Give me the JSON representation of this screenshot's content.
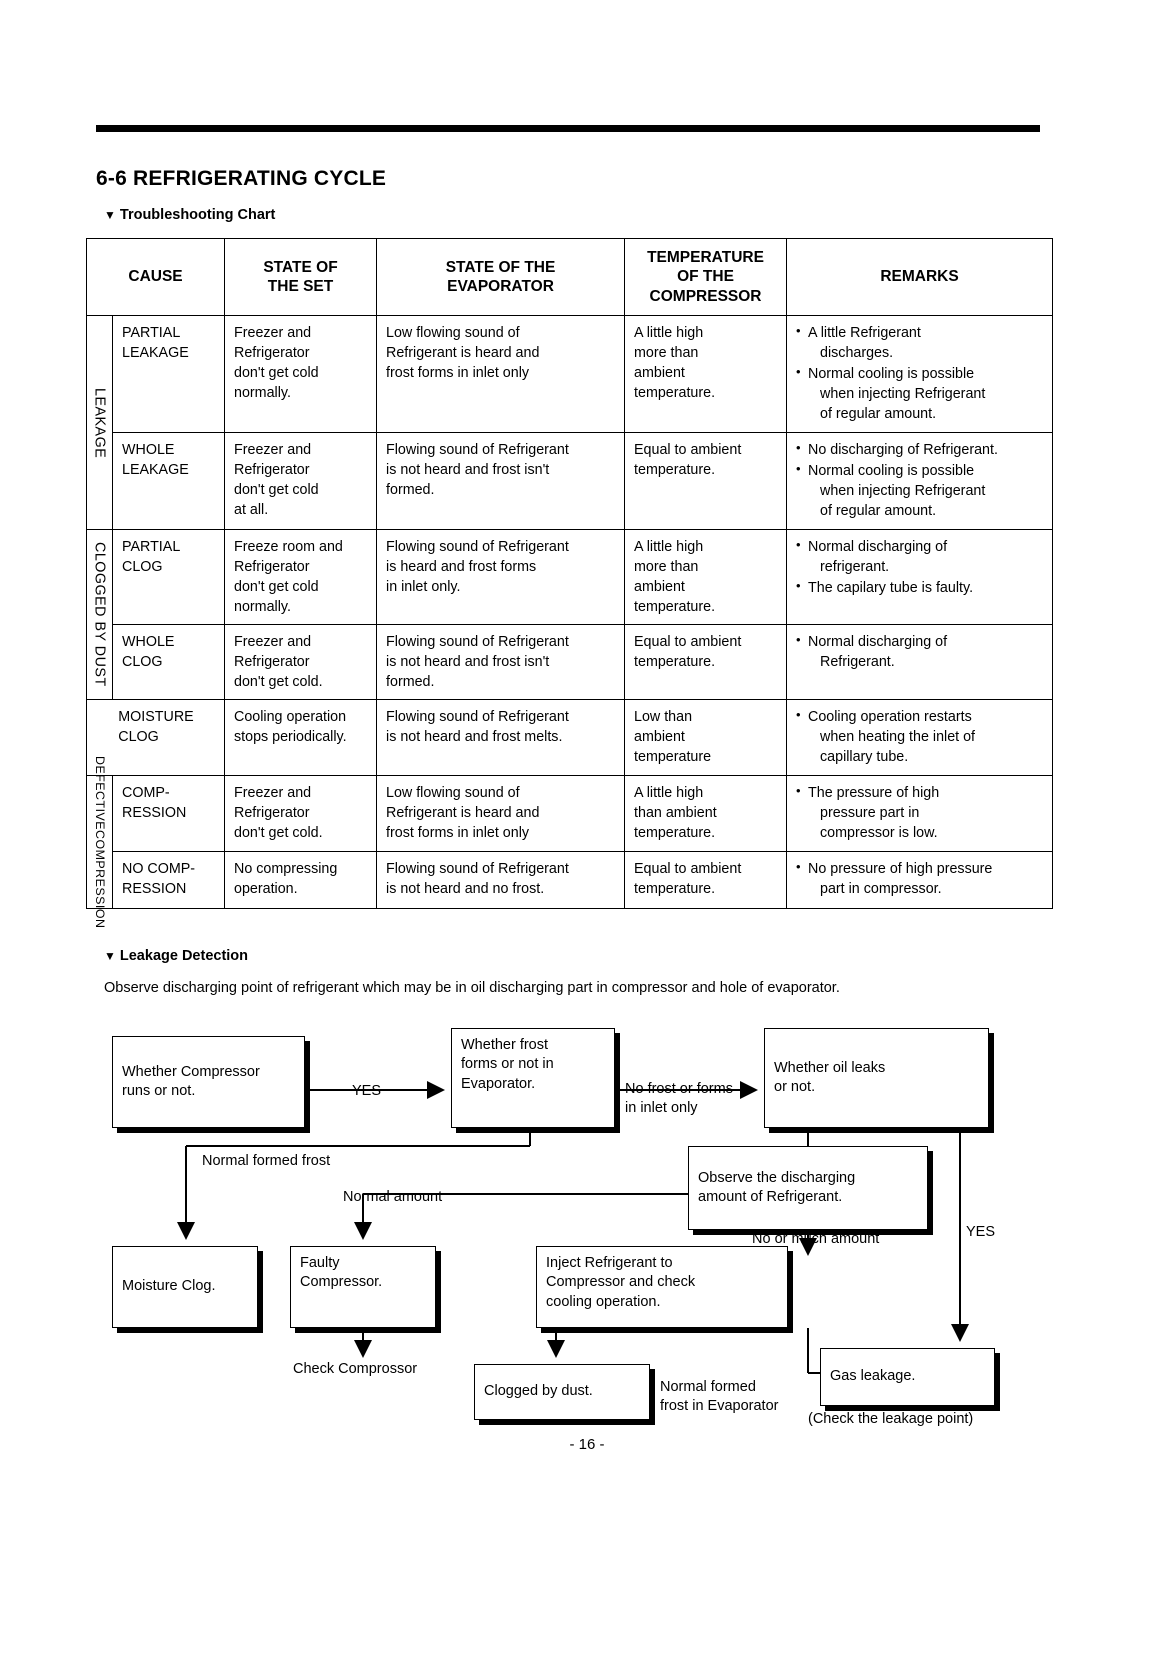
{
  "header": {
    "section_number_title": "6-6 REFRIGERATING CYCLE",
    "subtitle_1": "Troubleshooting Chart",
    "subtitle_2": "Leakage Detection",
    "observe_note": "Observe discharging point of refrigerant which may be in oil discharging part in compressor and hole of evaporator."
  },
  "table": {
    "columns": [
      "CAUSE",
      "STATE OF\nTHE SET",
      "STATE OF THE\nEVAPORATOR",
      "TEMPERATURE\nOF THE\nCOMPRESSOR",
      "REMARKS"
    ],
    "col_headers": {
      "cause": "CAUSE",
      "state_of_the_set": "STATE OF THE SET",
      "state_of_evaporator": "STATE OF THE EVAPORATOR",
      "temperature_of_compressor": "TEMPERATURE OF THE COMPRESSOR",
      "remarks": "REMARKS"
    },
    "groups": [
      {
        "label": "LEAKAGE",
        "rows": [
          {
            "cause": "PARTIAL\nLEAKAGE",
            "state_of_set": "Freezer and\nRefrigerator\ndon't get cold\nnormally.",
            "state_of_evaporator": "Low flowing sound of\nRefrigerant is heard and\nfrost forms in inlet only",
            "temperature": "A little high\nmore than\nambient\ntemperature.",
            "remarks": [
              "A little Refrigerant\ndischarges.",
              "Normal cooling is possible\nwhen injecting Refrigerant\nof regular amount."
            ]
          },
          {
            "cause": "WHOLE\nLEAKAGE",
            "state_of_set": "Freezer and\nRefrigerator\ndon't get cold\nat all.",
            "state_of_evaporator": "Flowing sound of Refrigerant\nis not heard and frost isn't\nformed.",
            "temperature": "Equal to ambient\ntemperature.",
            "remarks": [
              "No discharging of Refrigerant.",
              "Normal cooling is possible\nwhen injecting Refrigerant\nof regular amount."
            ]
          }
        ]
      },
      {
        "label": "CLOGGED BY DUST",
        "rows": [
          {
            "cause": "PARTIAL\nCLOG",
            "state_of_set": "Freeze room and\nRefrigerator\ndon't get cold\nnormally.",
            "state_of_evaporator": "Flowing sound of Refrigerant\nis heard and frost forms\nin inlet only.",
            "temperature": "A little high\nmore than\nambient\ntemperature.",
            "remarks": [
              "Normal discharging of\nrefrigerant.",
              "The capilary tube is faulty."
            ]
          },
          {
            "cause": "WHOLE\nCLOG",
            "state_of_set": "Freezer and\nRefrigerator\ndon't get cold.",
            "state_of_evaporator": "Flowing sound of Refrigerant\nis not heard and frost isn't\nformed.",
            "temperature": "Equal to ambient\ntemperature.",
            "remarks": [
              "Normal discharging of\nRefrigerant."
            ]
          }
        ]
      },
      {
        "label": "",
        "rows": [
          {
            "cause": "MOISTURE\nCLOG",
            "state_of_set": "Cooling operation\nstops periodically.",
            "state_of_evaporator": "Flowing sound of Refrigerant\nis not heard and frost melts.",
            "temperature": "Low than\nambient\ntemperature",
            "remarks": [
              "Cooling operation restarts\nwhen heating the inlet of\ncapillary tube."
            ]
          }
        ]
      },
      {
        "label": "DEFECTIVE COMPRESSION",
        "rows": [
          {
            "cause": "COMP-\nRESSION",
            "state_of_set": "Freezer and\nRefrigerator\ndon't get cold.",
            "state_of_evaporator": "Low flowing sound of\nRefrigerant is heard and\nfrost forms in inlet only",
            "temperature": "A little high\nthan ambient\ntemperature.",
            "remarks": [
              "The pressure of high\npressure part in\ncompressor is low."
            ]
          },
          {
            "cause": "NO COMP-\nRESSION",
            "state_of_set": "No compressing\noperation.",
            "state_of_evaporator": "Flowing sound of Refrigerant\nis not heard and no frost.",
            "temperature": "Equal to ambient\ntemperature.",
            "remarks": [
              "No pressure of high pressure\npart in compressor."
            ]
          }
        ]
      }
    ]
  },
  "flowchart": {
    "boxes": {
      "compressor_runs": "Whether Compressor\nruns or not.",
      "frost_forms": "Whether frost\nforms or not in\nEvaporator.",
      "oil_leaks": "Whether oil leaks\nor not.",
      "observe_discharging": "Observe the discharging\namount of Refrigerant.",
      "moisture_clog": "Moisture Clog.",
      "faulty_compressor": "Faulty\nCompressor.",
      "inject_refrigerant": "Inject Refrigerant to\nCompressor and check\ncooling operation.",
      "clogged_by_dust": "Clogged by dust.",
      "gas_leakage": "Gas leakage."
    },
    "labels": {
      "yes_1": "YES",
      "no_frost": "No frost or forms\nin inlet only",
      "normal_formed_frost": "Normal formed frost",
      "normal_amount": "Normal amount",
      "no_or_much_amount": "No or much amount",
      "yes_2": "YES",
      "check_comprossor": "Check Comprossor",
      "normal_formed_frost_evap": "Normal formed\nfrost in Evaporator",
      "check_leakage_point": "(Check the leakage point)"
    }
  },
  "footer": {
    "page_number": "- 16 -"
  }
}
